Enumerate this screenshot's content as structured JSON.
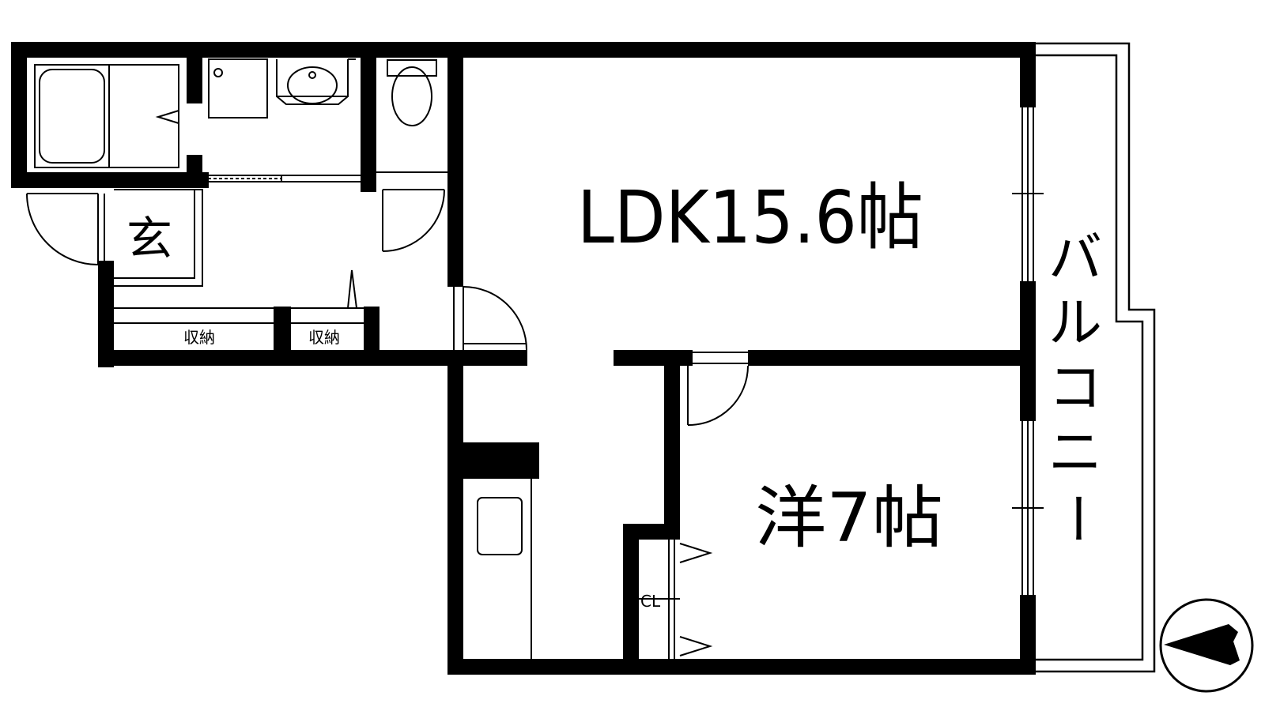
{
  "rooms": {
    "ldk": "LDK15.6帖",
    "western": "洋7帖",
    "entrance": "玄",
    "storage_left": "収納",
    "storage_right": "収納",
    "closet": "CL"
  },
  "balcony": {
    "chars": [
      "バ",
      "ル",
      "コ",
      "ニ",
      "ー"
    ]
  },
  "colors": {
    "wall": "#000000",
    "line": "#000000",
    "background": "#ffffff"
  },
  "icons": {
    "compass": "north-arrow-icon",
    "bathtub": "bathtub-icon",
    "sink": "sink-icon",
    "toilet": "toilet-icon",
    "washer": "washing-machine-icon",
    "kitchen_sink": "kitchen-sink-icon"
  }
}
